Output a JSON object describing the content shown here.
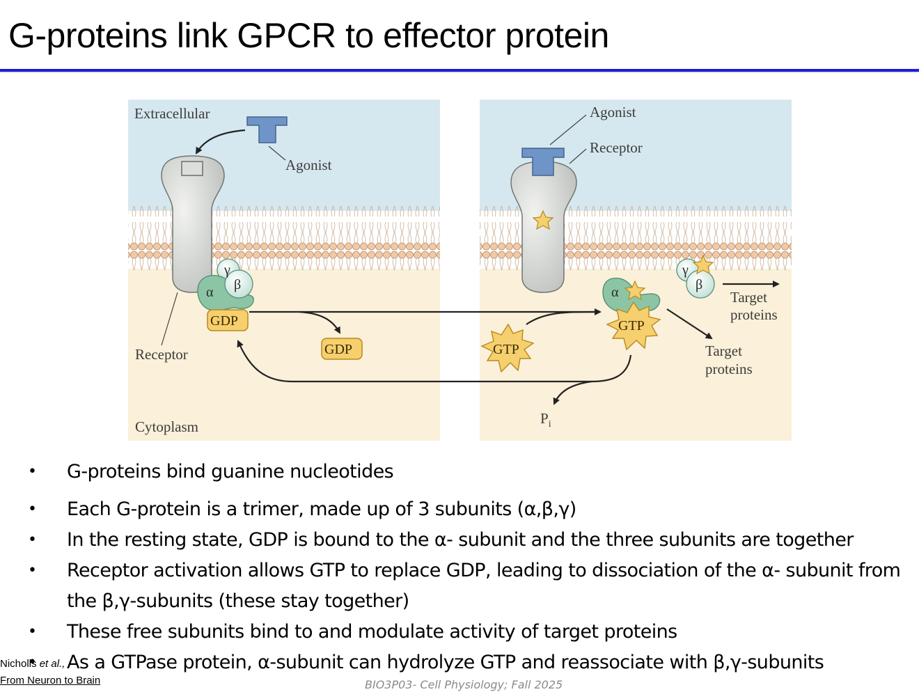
{
  "title": "G-proteins link GPCR to effector protein",
  "diagram": {
    "left_panel": {
      "extracellular_label": "Extracellular",
      "agonist_label": "Agonist",
      "receptor_label": "Receptor",
      "cytoplasm_label": "Cytoplasm",
      "gdp_bound_label": "GDP",
      "gdp_released_label": "GDP",
      "alpha": "α",
      "beta": "β",
      "gamma": "γ"
    },
    "right_panel": {
      "agonist_label": "Agonist",
      "receptor_label": "Receptor",
      "gtp_free_label": "GTP",
      "gtp_bound_label": "GTP",
      "alpha": "α",
      "beta": "β",
      "gamma": "γ",
      "target_proteins_1_a": "Target",
      "target_proteins_1_b": "proteins",
      "target_proteins_2_a": "Target",
      "target_proteins_2_b": "proteins",
      "pi_label": "P",
      "pi_sub": "i"
    },
    "colors": {
      "extracellular": "#d6e8ef",
      "cytoplasm": "#fbf0d9",
      "lipid_head": "#f0c9a7",
      "receptor": "#d5d8d5",
      "agonist": "#6f94c8",
      "g_alpha": "#8cc5a6",
      "g_beta_gamma": "#ddf0ea",
      "nucleotide": "#f6cf6e",
      "title_rule": "#1c1ce0"
    }
  },
  "bullets": [
    "G-proteins bind guanine nucleotides",
    "Each G-protein is a trimer, made up of 3 subunits (α,β,γ)",
    "In the resting state, GDP is bound to the α- subunit and the three subunits are together",
    "Receptor activation allows GTP to replace GDP, leading to dissociation of the α- subunit from the β,γ-subunits (these stay together)",
    "These free subunits bind to and modulate activity of target proteins",
    "As a GTPase protein, α-subunit can hydrolyze GTP and reassociate with β,γ-subunits"
  ],
  "citation": {
    "author": "Nicholls ",
    "etal": "et al.,",
    "book": "From Neuron to Brain"
  },
  "footer": "BIO3P03- Cell Physiology; Fall 2025"
}
